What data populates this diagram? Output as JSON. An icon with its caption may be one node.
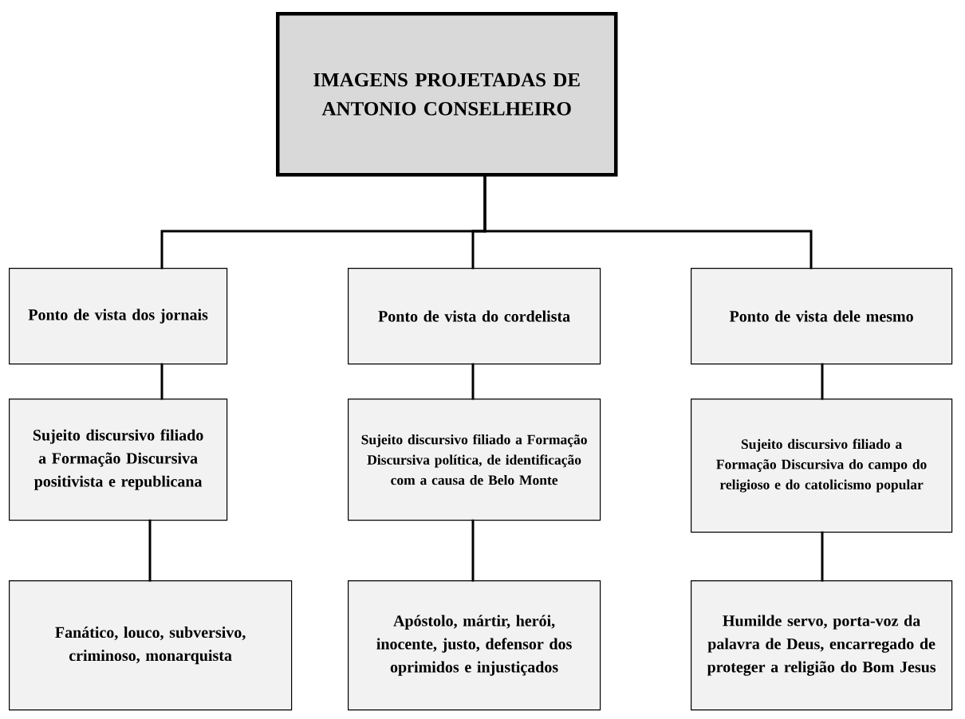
{
  "diagram": {
    "nodes": [
      {
        "text": [
          "IMAGENS PROJETADAS DE ANTONIO CONSELHEIRO"
        ]
      },
      {
        "text": [
          "Ponto de vista dos jornais"
        ]
      },
      {
        "text": [
          "Ponto de vista do cordelista"
        ]
      },
      {
        "text": [
          "Ponto de vista dele mesmo"
        ]
      },
      {
        "text": [
          "Sujeito discursivo filiado a Formação Discursiva positivista e republicana"
        ]
      },
      {
        "text": [
          "Sujeito discursivo filiado a Formação Discursiva política, de identificação com a causa de Belo Monte"
        ]
      },
      {
        "text": [
          "Sujeito discursivo filiado a Formação Discursiva do campo do religioso e do catolicismo popular"
        ]
      },
      {
        "text": [
          "Fanático, louco, subversivo, criminoso, monarquista"
        ]
      },
      {
        "text": [
          "Apóstolo, mártir, herói, inocente, justo, defensor dos oprimidos e injustiçados"
        ]
      },
      {
        "text": [
          "Humilde servo, porta-voz da palavra de Deus, encarregado de proteger a religião do Bom Jesus"
        ]
      }
    ],
    "edges": [
      {
        "from": 0,
        "to": 1,
        "arrow": "none"
      },
      {
        "from": 0,
        "to": 2,
        "arrow": "none"
      },
      {
        "from": 0,
        "to": 3,
        "arrow": "none"
      },
      {
        "from": 1,
        "to": 4,
        "arrow": "none"
      },
      {
        "from": 2,
        "to": 5,
        "arrow": "none"
      },
      {
        "from": 3,
        "to": 6,
        "arrow": "none"
      },
      {
        "from": 4,
        "to": 7,
        "arrow": "none"
      },
      {
        "from": 5,
        "to": 8,
        "arrow": "none"
      },
      {
        "from": 6,
        "to": 9,
        "arrow": "none"
      }
    ]
  }
}
